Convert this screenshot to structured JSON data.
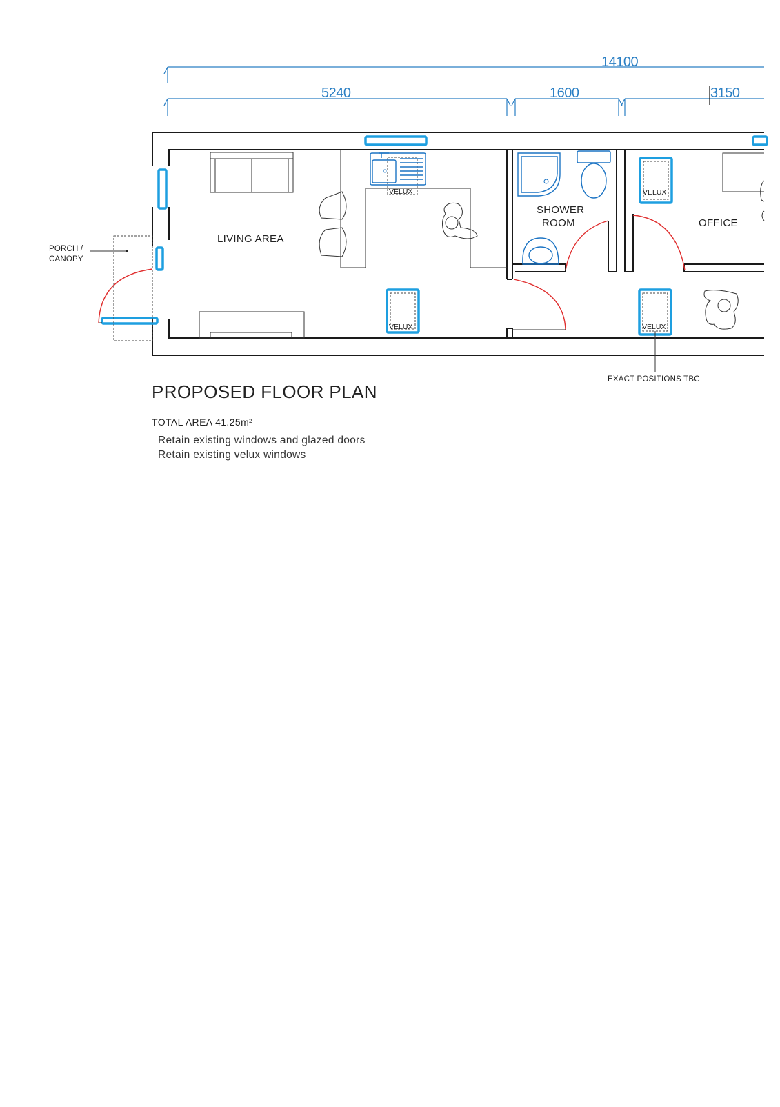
{
  "dimensions": {
    "overall": "14100",
    "living": "5240",
    "shower": "1600",
    "office": "3150"
  },
  "rooms": {
    "living": "LIVING AREA",
    "shower_line1": "SHOWER",
    "shower_line2": "ROOM",
    "office": "OFFICE"
  },
  "annotations": {
    "porch_line1": "PORCH /",
    "porch_line2": "CANOPY",
    "exact_positions": "EXACT POSITIONS TBC",
    "velux": "VELUX"
  },
  "plan": {
    "title": "PROPOSED FLOOR PLAN",
    "total_area": "TOTAL AREA 41.25m²",
    "notes": [
      "Retain existing windows and glazed doors",
      "Retain existing velux windows"
    ]
  },
  "colors": {
    "dimension": "#2a7fc4",
    "window": "#1e9fe0",
    "door_swing": "#e03030",
    "wall": "#1a1a1a"
  }
}
